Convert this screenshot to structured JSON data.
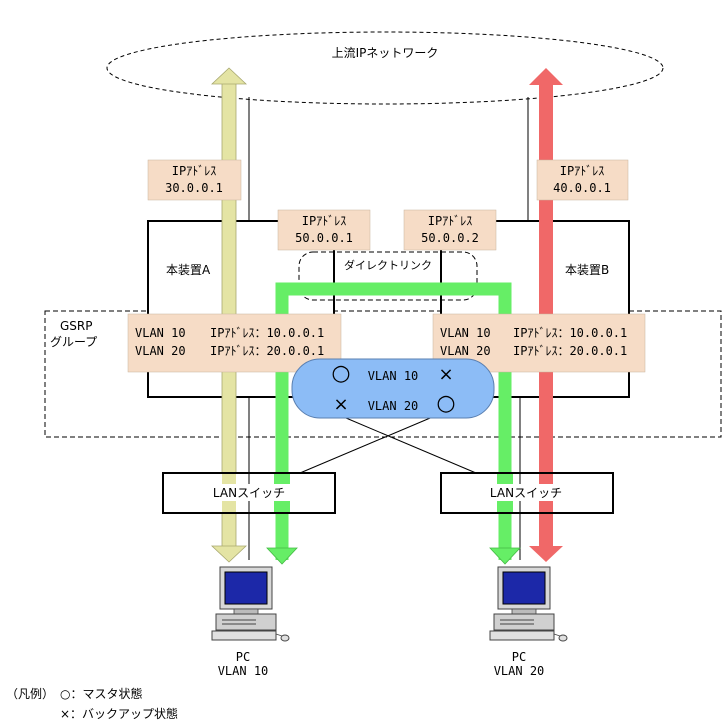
{
  "upstream_network": {
    "label": "上流IPネットワーク"
  },
  "upstream_ip": {
    "left": {
      "title": "IPｱﾄﾞﾚｽ",
      "value": "30.0.0.1"
    },
    "right": {
      "title": "IPｱﾄﾞﾚｽ",
      "value": "40.0.0.1"
    }
  },
  "direct_link_ip": {
    "left": {
      "title": "IPｱﾄﾞﾚｽ",
      "value": "50.0.0.1"
    },
    "right": {
      "title": "IPｱﾄﾞﾚｽ",
      "value": "50.0.0.2"
    }
  },
  "direct_link": {
    "label": "ダイレクトリンク"
  },
  "device_a": {
    "label": "本装置A"
  },
  "device_b": {
    "label": "本装置B"
  },
  "gsrp_group": {
    "label_line1": "GSRP",
    "label_line2": "グループ"
  },
  "vlan_ip_left": {
    "row1": {
      "vlan": "VLAN 10",
      "ip": "IPｱﾄﾞﾚｽ：10.0.0.1"
    },
    "row2": {
      "vlan": "VLAN 20",
      "ip": "IPｱﾄﾞﾚｽ：20.0.0.1"
    }
  },
  "vlan_ip_right": {
    "row1": {
      "vlan": "VLAN 10",
      "ip": "IPｱﾄﾞﾚｽ：10.0.0.1"
    },
    "row2": {
      "vlan": "VLAN 20",
      "ip": "IPｱﾄﾞﾚｽ：20.0.0.1"
    }
  },
  "vlan_state": {
    "row1": {
      "left_symbol": "○",
      "vlan": "VLAN 10",
      "right_symbol": "×"
    },
    "row2": {
      "left_symbol": "×",
      "vlan": "VLAN 20",
      "right_symbol": "○"
    }
  },
  "lan_switch": {
    "left": "LANスイッチ",
    "right": "LANスイッチ"
  },
  "pc_left": {
    "line1": "PC",
    "line2": "VLAN 10"
  },
  "pc_right": {
    "line1": "PC",
    "line2": "VLAN 20"
  },
  "legend": {
    "prefix": "（凡例）",
    "master": "○：マスタ状態",
    "backup": "×：バックアップ状態"
  },
  "colors": {
    "beige_arrow": "#e4e4a4",
    "red_arrow": "#f06868",
    "green_path": "#66ee66",
    "label_fill": "#f6dcc6",
    "vlan_state_fill": "#8cbcf6",
    "pc_screen": "#1c28a8"
  }
}
